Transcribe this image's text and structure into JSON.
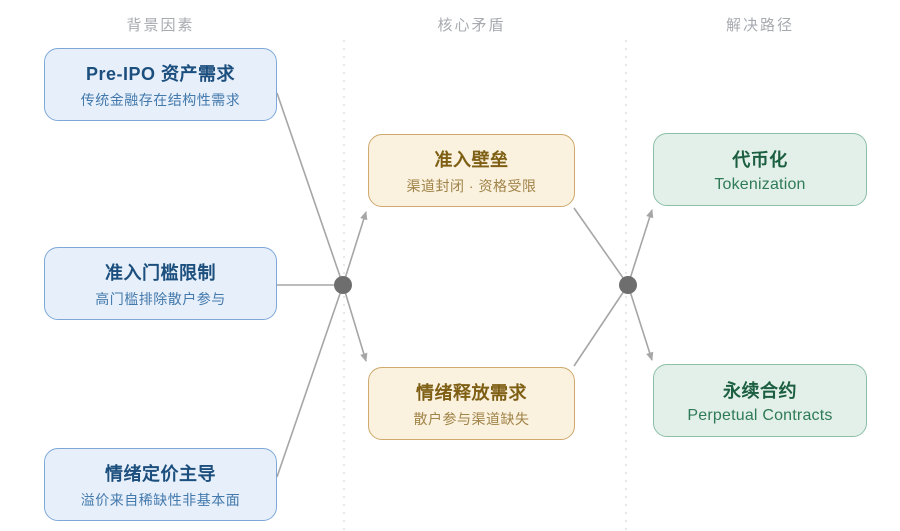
{
  "columns": {
    "background": "背景因素",
    "conflict": "核心矛盾",
    "solution": "解决路径"
  },
  "background_nodes": [
    {
      "title": "Pre-IPO 资产需求",
      "subtitle": "传统金融存在结构性需求"
    },
    {
      "title": "准入门槛限制",
      "subtitle": "高门槛排除散户参与"
    },
    {
      "title": "情绪定价主导",
      "subtitle": "溢价来自稀缺性非基本面"
    }
  ],
  "conflict_nodes": [
    {
      "title": "准入壁垒",
      "subtitle": "渠道封闭 · 资格受限"
    },
    {
      "title": "情绪释放需求",
      "subtitle": "散户参与渠道缺失"
    }
  ],
  "solution_nodes": [
    {
      "title": "代币化",
      "subtitle": "Tokenization"
    },
    {
      "title": "永续合约",
      "subtitle": "Perpetual Contracts"
    }
  ],
  "colors": {
    "canvas_bg": "#ffffff",
    "header_text": "#a7abb0",
    "background_fill": "#e7f0fa",
    "background_border": "#7fa8d9",
    "background_title": "#1c4f7e",
    "background_subtitle": "#4379ac",
    "conflict_fill": "#faf1de",
    "conflict_border": "#cfa96d",
    "conflict_title": "#7e5f14",
    "conflict_subtitle": "#a08348",
    "solution_fill": "#e3f0e9",
    "solution_border": "#8cc0a6",
    "solution_title": "#1b5e40",
    "solution_subtitle": "#2f7a57",
    "line": "#a6a6a6",
    "dot": "#6e6e6e",
    "divider": "#d9d9d9"
  }
}
